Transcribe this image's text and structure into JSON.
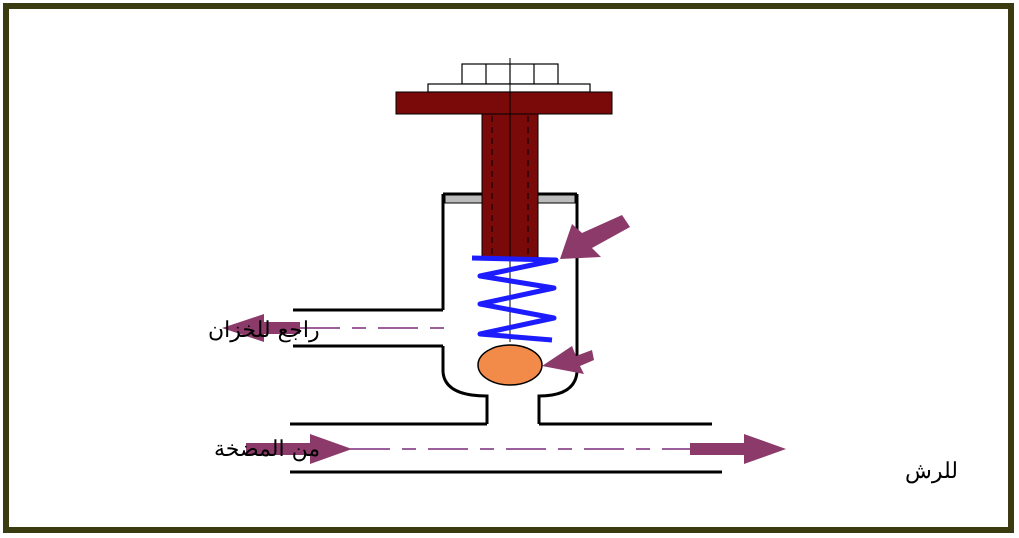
{
  "labels": {
    "return_to_tank": "راجع للخزان",
    "from_pump": "من المضخة",
    "to_sprayer": "للرش"
  },
  "colors": {
    "frame": "#3b3b12",
    "bolt": "#7a0a0a",
    "spring": "#1c1cff",
    "ball": "#f28a4a",
    "arrow": "#8b3a6a",
    "flow_line": "#7a2a7a",
    "washer": "#bbbbbb"
  }
}
